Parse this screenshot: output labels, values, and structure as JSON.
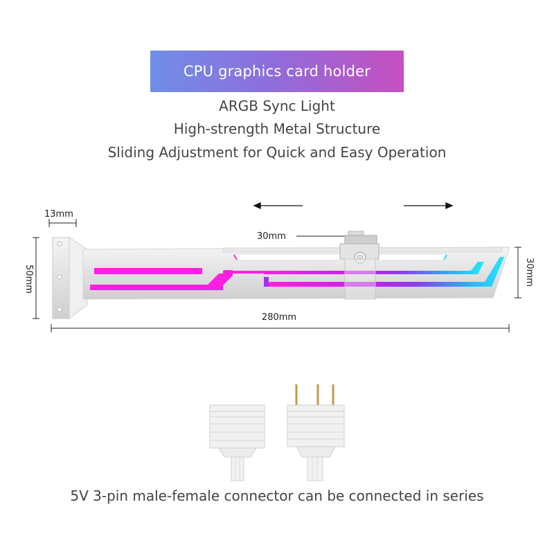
{
  "title": "CPU graphics card holder",
  "features": [
    "ARGB Sync Light",
    "High-strength Metal Structure",
    "Sliding Adjustment for Quick and Easy Operation"
  ],
  "dimensions": {
    "bracket_width": "13mm",
    "slider_width": "30mm",
    "height_left": "50mm",
    "height_right": "30mm",
    "length": "280mm"
  },
  "caption": "5V 3-pin male-female connector can be connected in series",
  "colors": {
    "banner_start": "#6f8fe6",
    "banner_end": "#c64fc0",
    "light_magenta": "#ff1fe0",
    "light_purple": "#9a30f0",
    "light_cyan": "#20e8ff"
  }
}
